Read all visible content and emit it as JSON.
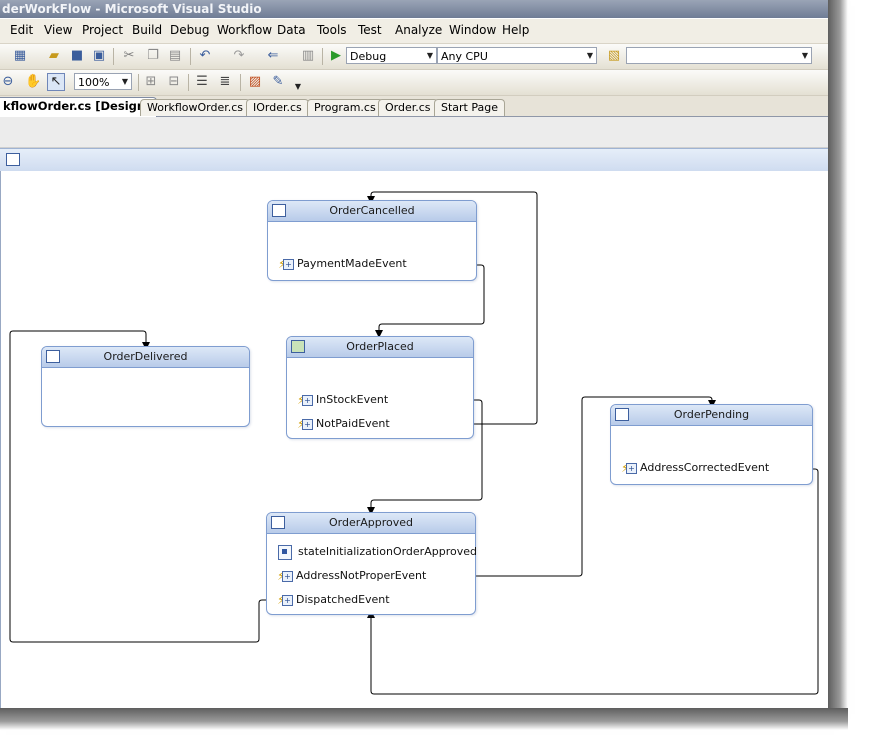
{
  "window": {
    "title": "derWorkFlow - Microsoft Visual Studio"
  },
  "menu": [
    "Edit",
    "View",
    "Project",
    "Build",
    "Debug",
    "Workflow",
    "Data",
    "Tools",
    "Test",
    "Analyze",
    "Window",
    "Help"
  ],
  "toolbar": {
    "configuration": "Debug",
    "platform": "Any CPU",
    "zoom": "100%",
    "icons": [
      "new-item-icon",
      "open-icon",
      "save-icon",
      "save-all-icon",
      "cut-icon",
      "copy-icon",
      "paste-icon",
      "undo-icon",
      "redo-icon",
      "navigate-icon",
      "start-debug-icon",
      "find-in-files-icon",
      "zoom-out-icon",
      "pan-icon",
      "pointer-icon",
      "expand-icon",
      "collapse-icon",
      "bulleted-list-icon",
      "numbered-list-icon",
      "properties-icon",
      "edit-icon"
    ]
  },
  "tabs": [
    "kflowOrder.cs [Design]",
    "WorkflowOrder.cs",
    "IOrder.cs",
    "Program.cs",
    "Order.cs",
    "Start Page"
  ],
  "states": {
    "cancelled": {
      "name": "OrderCancelled",
      "events": [
        "PaymentMadeEvent"
      ]
    },
    "delivered": {
      "name": "OrderDelivered"
    },
    "placed": {
      "name": "OrderPlaced",
      "events": [
        "InStockEvent",
        "NotPaidEvent"
      ]
    },
    "pending": {
      "name": "OrderPending",
      "events": [
        "AddressCorrectedEvent"
      ]
    },
    "approved": {
      "name": "OrderApproved",
      "initialization": "stateInitializationOrderApproved",
      "events": [
        "AddressNotProperEvent",
        "DispatchedEvent"
      ]
    }
  },
  "colors": {
    "accent": "#7f9dd0",
    "header": "#cfdcf0",
    "event_bolt": "#d4a10a"
  }
}
